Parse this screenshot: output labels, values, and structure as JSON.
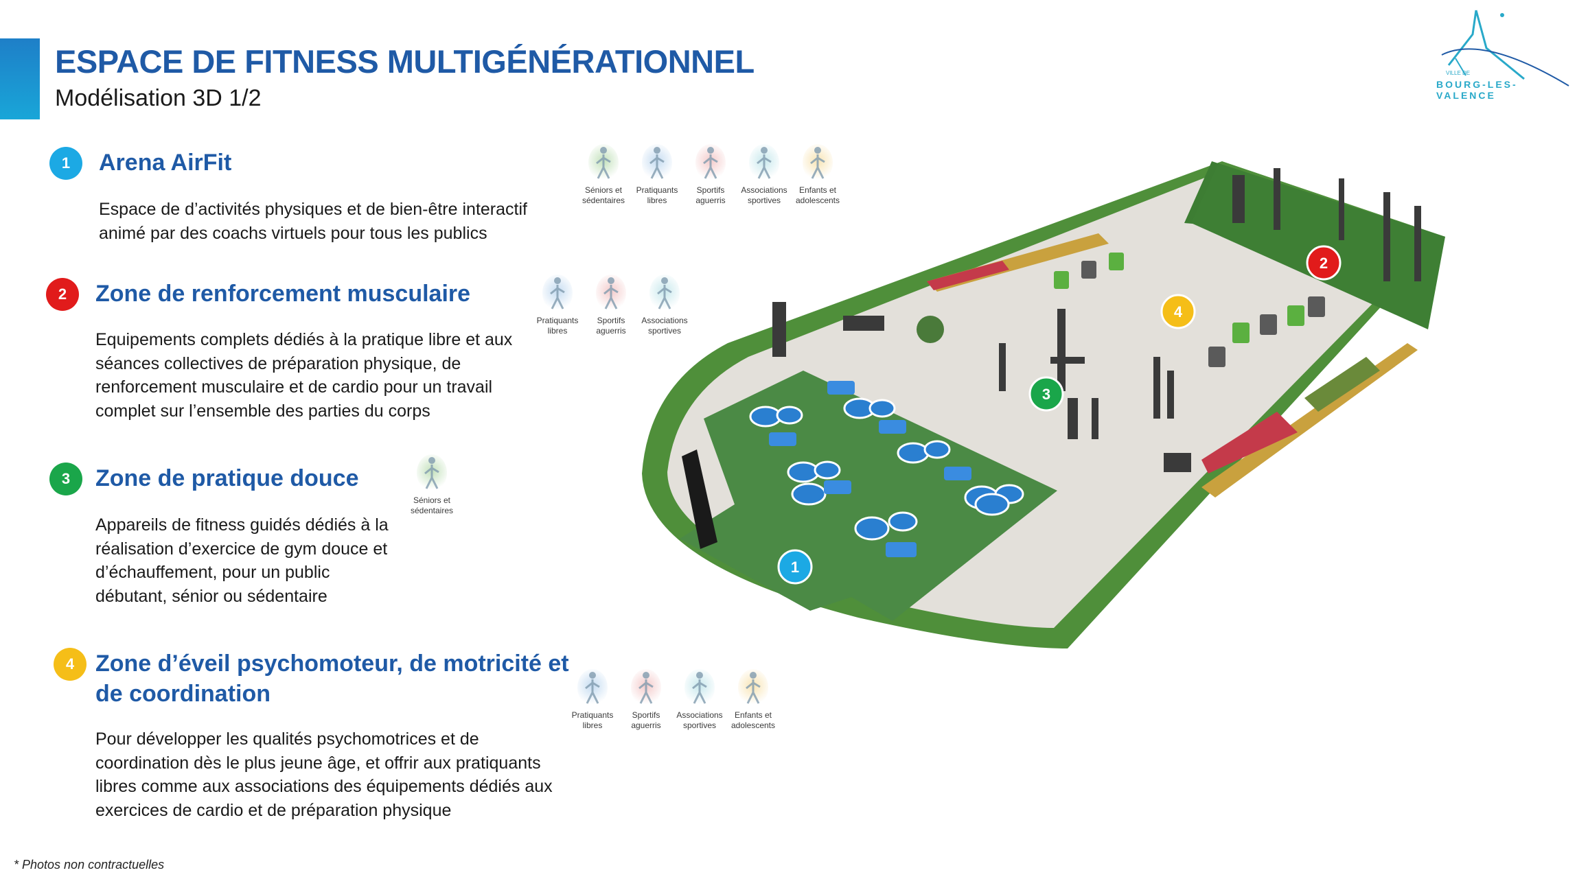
{
  "header": {
    "title": "ESPACE DE FITNESS MULTIGÉNÉRATIONNEL",
    "subtitle": "Modélisation 3D 1/2"
  },
  "logo": {
    "small_text": "VILLE DE",
    "name": "BOURG-LES-VALENCE"
  },
  "colors": {
    "brand_blue": "#1f5aa6",
    "zone1": "#1ca9e4",
    "zone2": "#e11b1b",
    "zone3": "#1aa64a",
    "zone4": "#f5be18"
  },
  "sections": [
    {
      "number": "1",
      "title": "Arena AirFit",
      "description": "Espace de d’activités physiques et de bien-être interactif animé par des coachs virtuels pour tous les publics",
      "audiences": [
        {
          "icon": "senior-figure-icon",
          "label": "Séniors et\nsédentaires"
        },
        {
          "icon": "runner-figure-icon",
          "label": "Pratiquants\nlibres"
        },
        {
          "icon": "muscle-figure-icon",
          "label": "Sportifs\naguerris"
        },
        {
          "icon": "ball-player-icon",
          "label": "Associations\nsportives"
        },
        {
          "icon": "children-figure-icon",
          "label": "Enfants et\nadolescents"
        }
      ]
    },
    {
      "number": "2",
      "title": "Zone de renforcement musculaire",
      "description": "Equipements complets dédiés à la pratique libre et aux séances collectives de préparation physique, de renforcement musculaire et de cardio pour un travail complet sur l’ensemble des parties du corps",
      "audiences": [
        {
          "icon": "runner-figure-icon",
          "label": "Pratiquants\nlibres"
        },
        {
          "icon": "muscle-figure-icon",
          "label": "Sportifs\naguerris"
        },
        {
          "icon": "ball-player-icon",
          "label": "Associations\nsportives"
        }
      ]
    },
    {
      "number": "3",
      "title": "Zone de pratique douce",
      "description": "Appareils de fitness guidés dédiés à la réalisation d’exercice de gym douce et d’échauffement, pour un public débutant, sénior ou sédentaire",
      "audiences": [
        {
          "icon": "senior-figure-icon",
          "label": "Séniors et\nsédentaires"
        }
      ]
    },
    {
      "number": "4",
      "title": "Zone d’éveil psychomoteur, de motricité et de coordination",
      "description": "Pour développer les qualités psychomotrices et de coordination dès le plus jeune âge, et offrir aux pratiquants libres comme aux associations des équipements dédiés aux exercices de cardio et de préparation physique",
      "audiences": [
        {
          "icon": "runner-figure-icon",
          "label": "Pratiquants\nlibres"
        },
        {
          "icon": "muscle-figure-icon",
          "label": "Sportifs\naguerris"
        },
        {
          "icon": "ball-player-icon",
          "label": "Associations\nsportives"
        },
        {
          "icon": "children-figure-icon",
          "label": "Enfants et\nadolescents"
        }
      ]
    }
  ],
  "map_badges": [
    "1",
    "2",
    "3",
    "4"
  ],
  "footnote": "* Photos non contractuelles"
}
